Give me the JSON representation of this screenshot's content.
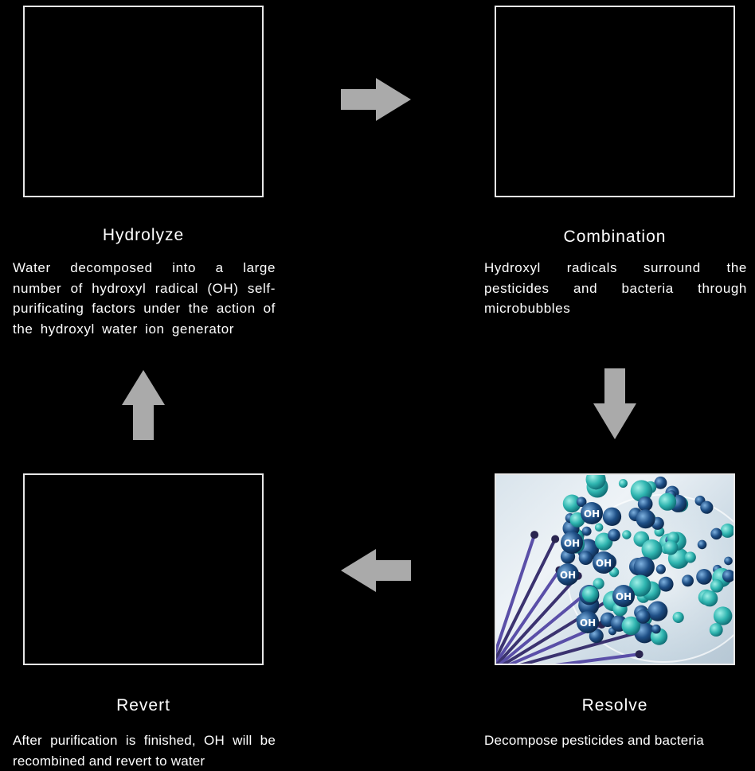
{
  "steps": {
    "hydrolyze": {
      "title": "Hydrolyze",
      "description": "Water decomposed into a large number of hydroxyl radical (OH) self-purificating factors under the action of the hydroxyl water ion generator"
    },
    "combination": {
      "title": "Combination",
      "description": "Hydroxyl radicals surround the pesticides and bacteria through microbubbles"
    },
    "revert": {
      "title": "Revert",
      "description": "After purification is finished, OH will be recombined and revert to water"
    },
    "resolve": {
      "title": "Resolve",
      "description": "Decompose pesticides and bacteria",
      "image_labels": [
        "OH",
        "OH",
        "OH",
        "OH",
        "OH",
        "OH"
      ]
    }
  },
  "colors": {
    "background": "#000000",
    "frame_border": "#e8e8e8",
    "arrow": "#aaaaaa",
    "molecule_teal": "#2fb5b0",
    "molecule_navy": "#1e4f86",
    "virus_purple": "#4a3f8c"
  }
}
